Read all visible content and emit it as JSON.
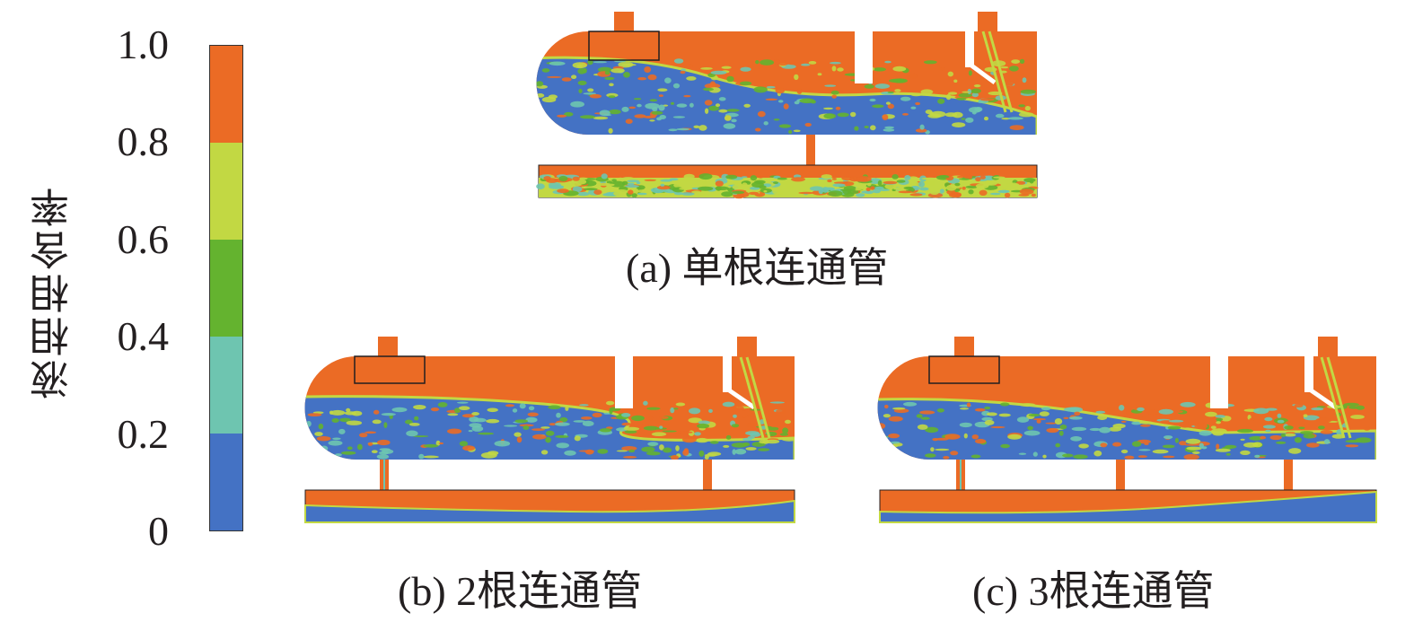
{
  "colorbar": {
    "label": "液相相含率",
    "ticks": [
      "0",
      "0.2",
      "0.4",
      "0.6",
      "0.8",
      "1.0"
    ],
    "colors": [
      "#4472c4",
      "#6ec5b0",
      "#64b32f",
      "#c2d843",
      "#eb6b25"
    ]
  },
  "panels": [
    {
      "caption": "(a) 单根连通管"
    },
    {
      "caption": "(b) 2根连通管"
    },
    {
      "caption": "(c) 3根连通管"
    }
  ],
  "palette": {
    "gas": "#eb6b25",
    "liquid": "#4472c4",
    "interface": "#c2d843",
    "mid": "#64b32f",
    "teal": "#6ec5b0"
  }
}
